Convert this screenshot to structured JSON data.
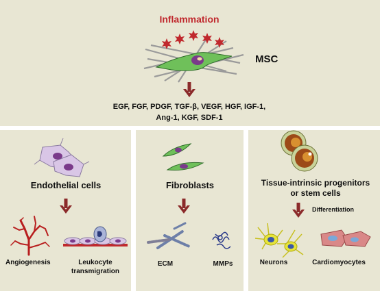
{
  "top": {
    "title": "Inflammation",
    "msc_label": "MSC",
    "factors_line1": "EGF, FGF, PDGF, TGF-β, VEGF, HGF, IGF-1,",
    "factors_line2": "Ang-1, KGF, SDF-1"
  },
  "panels": {
    "endothelial": {
      "title": "Endothelial cells",
      "outcome1": "Angiogenesis",
      "outcome2_line1": "Leukocyte",
      "outcome2_line2": "transmigration"
    },
    "fibroblasts": {
      "title": "Fibroblasts",
      "outcome1": "ECM",
      "outcome2": "MMPs"
    },
    "progenitors": {
      "title_line1": "Tissue-intrinsic progenitors",
      "title_line2": "or stem cells",
      "arrow_label": "Differentiation",
      "outcome1": "Neurons",
      "outcome2": "Cardiomyocytes"
    }
  },
  "colors": {
    "panel_bg": "#e8e6d3",
    "arrow": "#8b2a2a",
    "inflammation": "#c0282d",
    "msc_cell": "#6fc05a",
    "endothelial_cell": "#d9c6e6",
    "nucleus": "#7a3a8a",
    "vessel": "#b81e1e",
    "neuron": "#e6e43a",
    "cardiomyocyte": "#d98888",
    "progenitor": "#d89030"
  },
  "icons": [
    "inflammation-star-icon",
    "msc-cell-icon",
    "extracellular-fiber-icon",
    "endothelial-cell-icon",
    "fibroblast-icon",
    "progenitor-cell-icon",
    "vessel-tree-icon",
    "leukocyte-icon",
    "ecm-fiber-icon",
    "mmp-icon",
    "neuron-icon",
    "cardiomyocyte-icon",
    "down-arrow-icon"
  ]
}
